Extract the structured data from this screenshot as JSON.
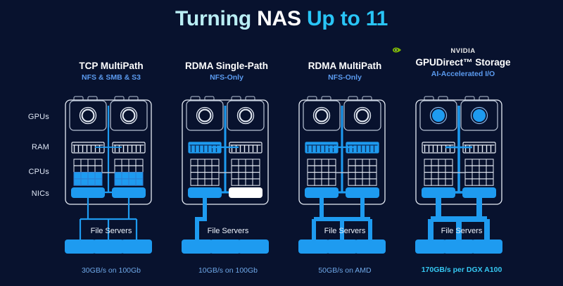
{
  "slide": {
    "background_color": "#08122e",
    "title": {
      "part1": "Turning ",
      "part2": "NAS ",
      "part3": "Up to 11",
      "color1": "#b9eef4",
      "color2": "#ffffff",
      "color3": "#29c5f6"
    }
  },
  "row_labels": [
    {
      "label": "GPUs"
    },
    {
      "label": "RAM"
    },
    {
      "label": "CPUs"
    },
    {
      "label": "NICs"
    }
  ],
  "file_servers_label": "File Servers",
  "columns": [
    {
      "title": "TCP MultiPath",
      "subtitle": "NFS & SMB & S3",
      "caption": "30GB/s on 100Gb",
      "caption_highlight": false,
      "vendor_logo": null,
      "gpu_active": false,
      "ram_left_active": false,
      "ram_right_active": false,
      "cpu_active_rows": 2,
      "nic_left": "active",
      "nic_right": "active",
      "path_style": "thin-multipath",
      "server_connections": [
        1,
        1,
        1
      ]
    },
    {
      "title": "RDMA Single-Path",
      "subtitle": "NFS-Only",
      "caption": "10GB/s on 100Gb",
      "caption_highlight": false,
      "vendor_logo": null,
      "gpu_active": false,
      "ram_left_active": true,
      "ram_right_active": false,
      "cpu_active_rows": 0,
      "nic_left": "active",
      "nic_right": "white",
      "path_style": "thick-singlepath",
      "server_connections": [
        1,
        0,
        0
      ]
    },
    {
      "title": "RDMA MultiPath",
      "subtitle": "NFS-Only",
      "caption": "50GB/s on AMD",
      "caption_highlight": false,
      "vendor_logo": null,
      "gpu_active": false,
      "ram_left_active": true,
      "ram_right_active": true,
      "cpu_active_rows": 0,
      "nic_left": "active",
      "nic_right": "active",
      "path_style": "thick-multipath",
      "server_connections": [
        1,
        1,
        1
      ]
    },
    {
      "title": "GPUDirect™ Storage",
      "subtitle": "AI-Accelerated I/O",
      "caption": "170GB/s per DGX A100",
      "caption_highlight": true,
      "vendor_logo": "nvidia-logo",
      "vendor_name": "NVIDIA",
      "gpu_active": true,
      "ram_left_active": false,
      "ram_right_active": false,
      "cpu_active_rows": 0,
      "nic_left": "active",
      "nic_right": "active",
      "path_style": "extra-thick-multipath",
      "server_connections": [
        1,
        1,
        1
      ]
    }
  ],
  "colors": {
    "accent_blue": "#1e9bf0",
    "outline_white": "#e6ecf5",
    "outline_grey": "#b9c4d6",
    "text_blue": "#5b9bf0"
  }
}
